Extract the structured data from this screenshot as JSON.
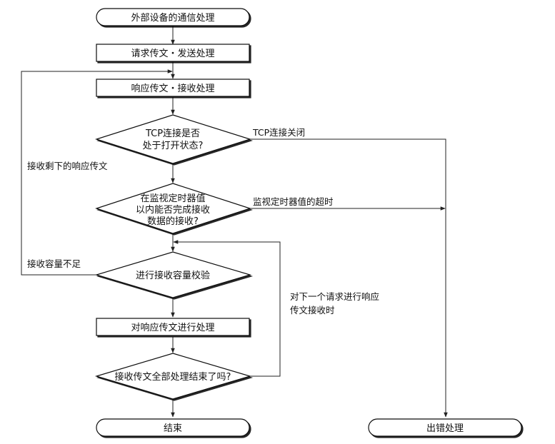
{
  "nodes": {
    "start": "外部设备的通信处理",
    "send": "请求传文・发送处理",
    "recv": "响应传文・接收处理",
    "tcp_check": [
      "TCP连接是否",
      "处于打开状态?"
    ],
    "timer_check": [
      "在监视定时器值",
      "以内能否完成接收",
      "数据的接收?"
    ],
    "capacity_check": "进行接收容量校验",
    "process_resp": "对响应传文进行处理",
    "all_done_check": "接收传文全部处理结束了吗?",
    "end": "结束",
    "error": "出错处理"
  },
  "edges": {
    "tcp_closed": "TCP连接关闭",
    "timer_timeout": "监视定时器值的超时",
    "recv_remaining": "接收剩下的响应传文",
    "capacity_short": "接收容量不足",
    "next_request": [
      "对下一个请求进行响应",
      "传文接收时"
    ]
  }
}
